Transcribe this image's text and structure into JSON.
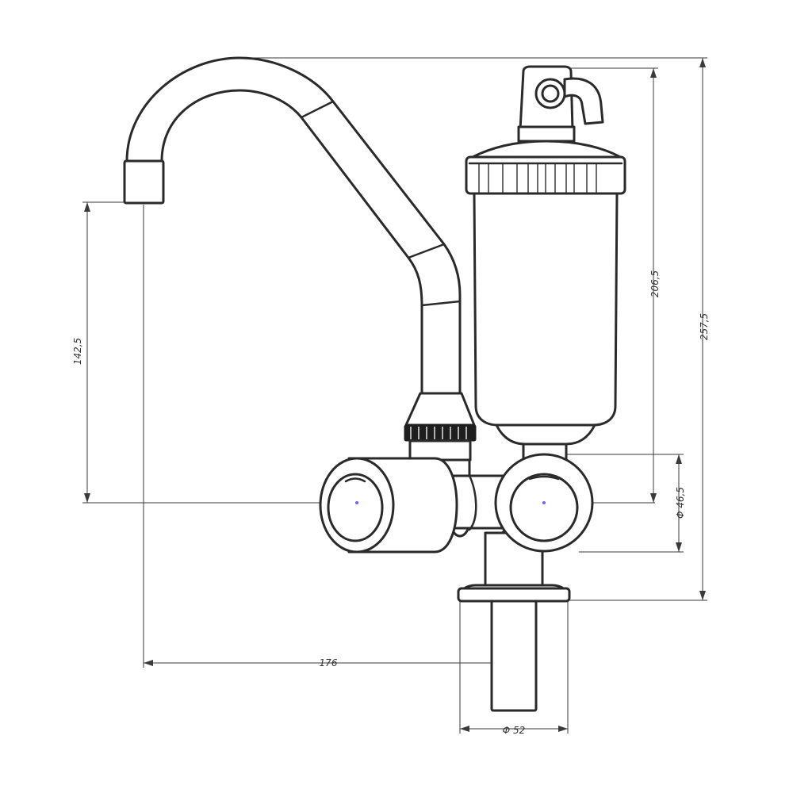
{
  "dimensions": {
    "spout_height": "142,5",
    "filter_height": "206,5",
    "total_height": "257,5",
    "knob_diameter": "Φ 46,5",
    "spout_reach": "176",
    "base_diameter": "Φ 52"
  },
  "colors": {
    "line": "#2a2a2a",
    "dimension_line": "#3a3a3a",
    "background": "#ffffff",
    "center_mark": "#7a5cff"
  }
}
